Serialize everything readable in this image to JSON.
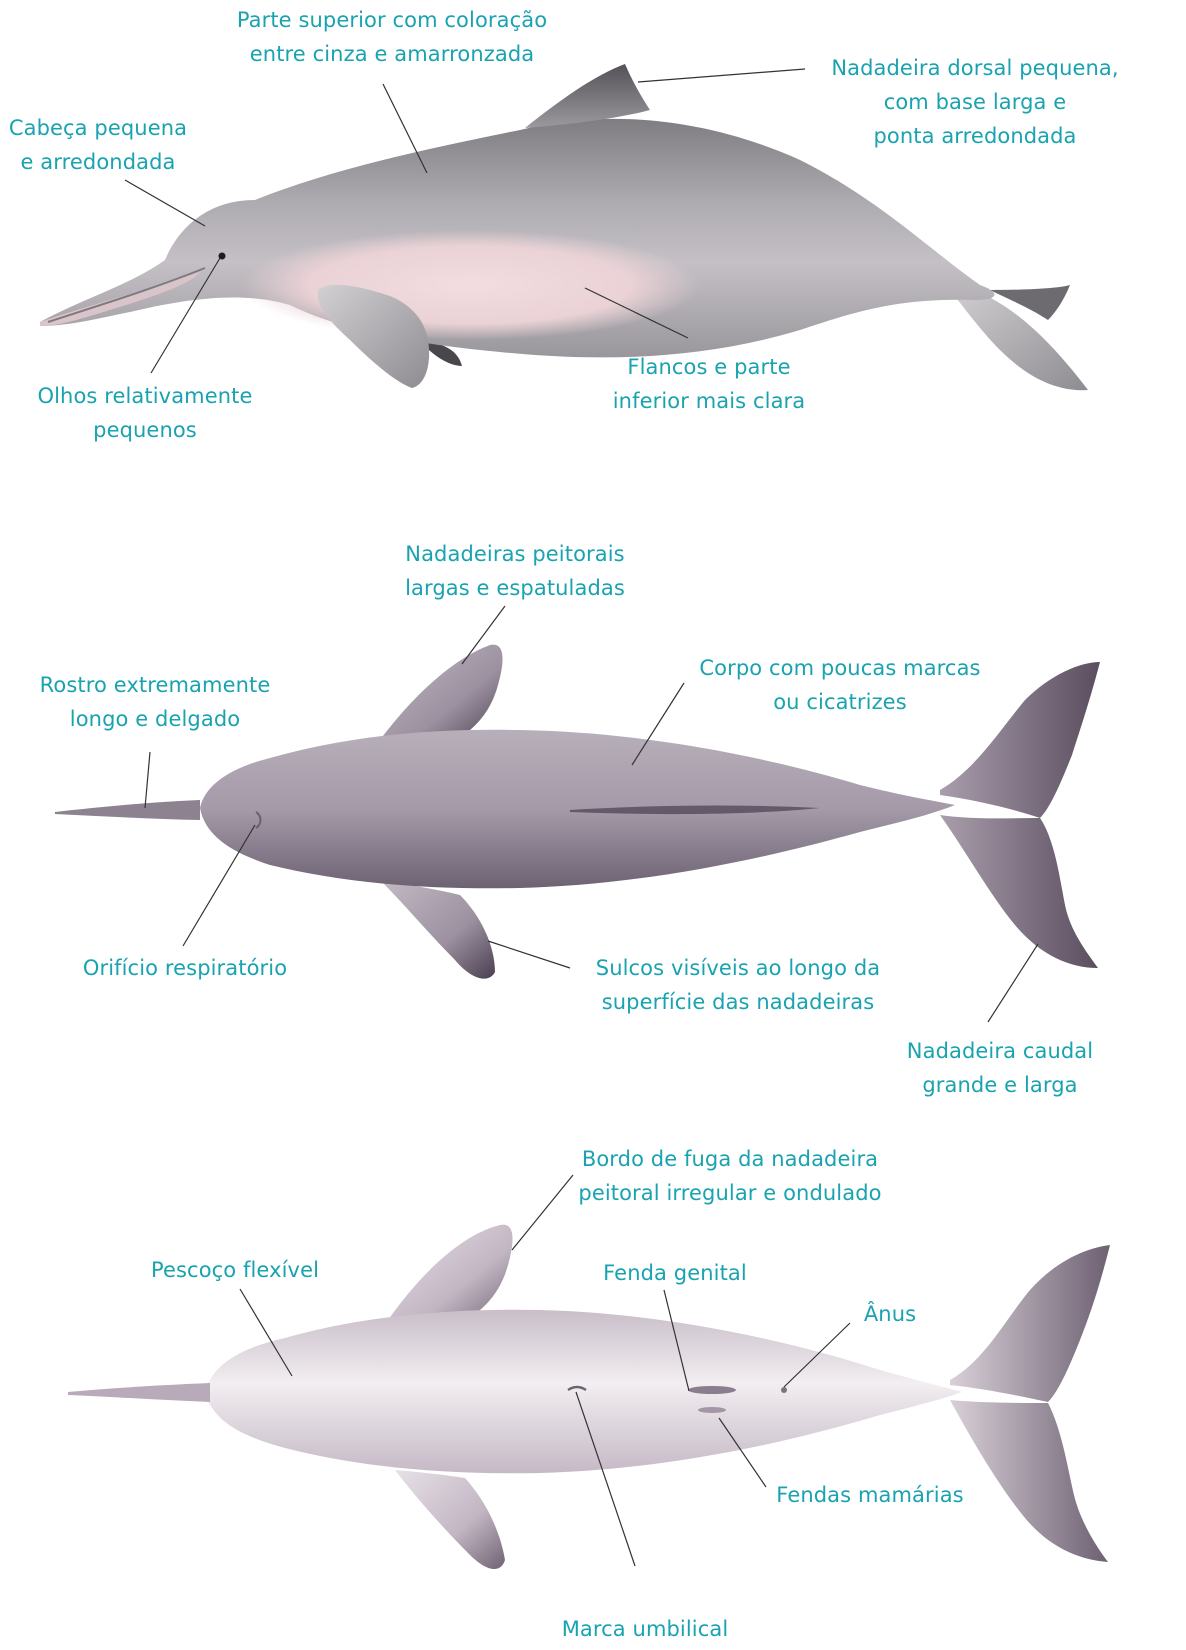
{
  "colors": {
    "label_text": "#19a3b0",
    "leader_line": "#333333",
    "body_gray": "#a6a3a8",
    "belly_pink": "#eed9dc",
    "body_mauve": "#8a7e8e",
    "underside_light": "#e8e2e6"
  },
  "side_view": {
    "labels": {
      "top_color": [
        "Parte superior com coloração",
        "entre cinza e amarronzada"
      ],
      "dorsal_fin": [
        "Nadadeira dorsal pequena,",
        "com base larga e",
        "ponta arredondada"
      ],
      "head": [
        "Cabeça pequena",
        "e arredondada"
      ],
      "eyes": [
        "Olhos relativamente",
        "pequenos"
      ],
      "flanks": [
        "Flancos e parte",
        "inferior mais clara"
      ]
    }
  },
  "dorsal_view": {
    "labels": {
      "pectoral_fins": [
        "Nadadeiras peitorais",
        "largas e espatuladas"
      ],
      "rostrum": [
        "Rostro extremamente",
        "longo e delgado"
      ],
      "body_marks": [
        "Corpo com poucas marcas",
        "ou cicatrizes"
      ],
      "blowhole": [
        "Orifício respiratório"
      ],
      "fin_grooves": [
        "Sulcos visíveis ao longo da",
        "superfície das nadadeiras"
      ],
      "caudal_fin": [
        "Nadadeira caudal",
        "grande e larga"
      ]
    }
  },
  "ventral_view": {
    "labels": {
      "trailing_edge": [
        "Bordo de fuga da nadadeira",
        "peitoral irregular e ondulado"
      ],
      "neck": [
        "Pescoço flexível"
      ],
      "genital_slit": [
        "Fenda genital"
      ],
      "anus": [
        "Ânus"
      ],
      "mammary_slits": [
        "Fendas mamárias"
      ],
      "umbilical_mark": [
        "Marca umbilical"
      ]
    }
  }
}
